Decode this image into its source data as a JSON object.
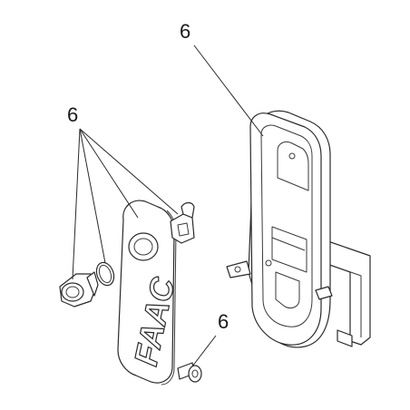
{
  "callouts": {
    "top_right": "6",
    "left": "6",
    "bottom_right": "6"
  },
  "logo": {
    "text": "FAAC"
  }
}
